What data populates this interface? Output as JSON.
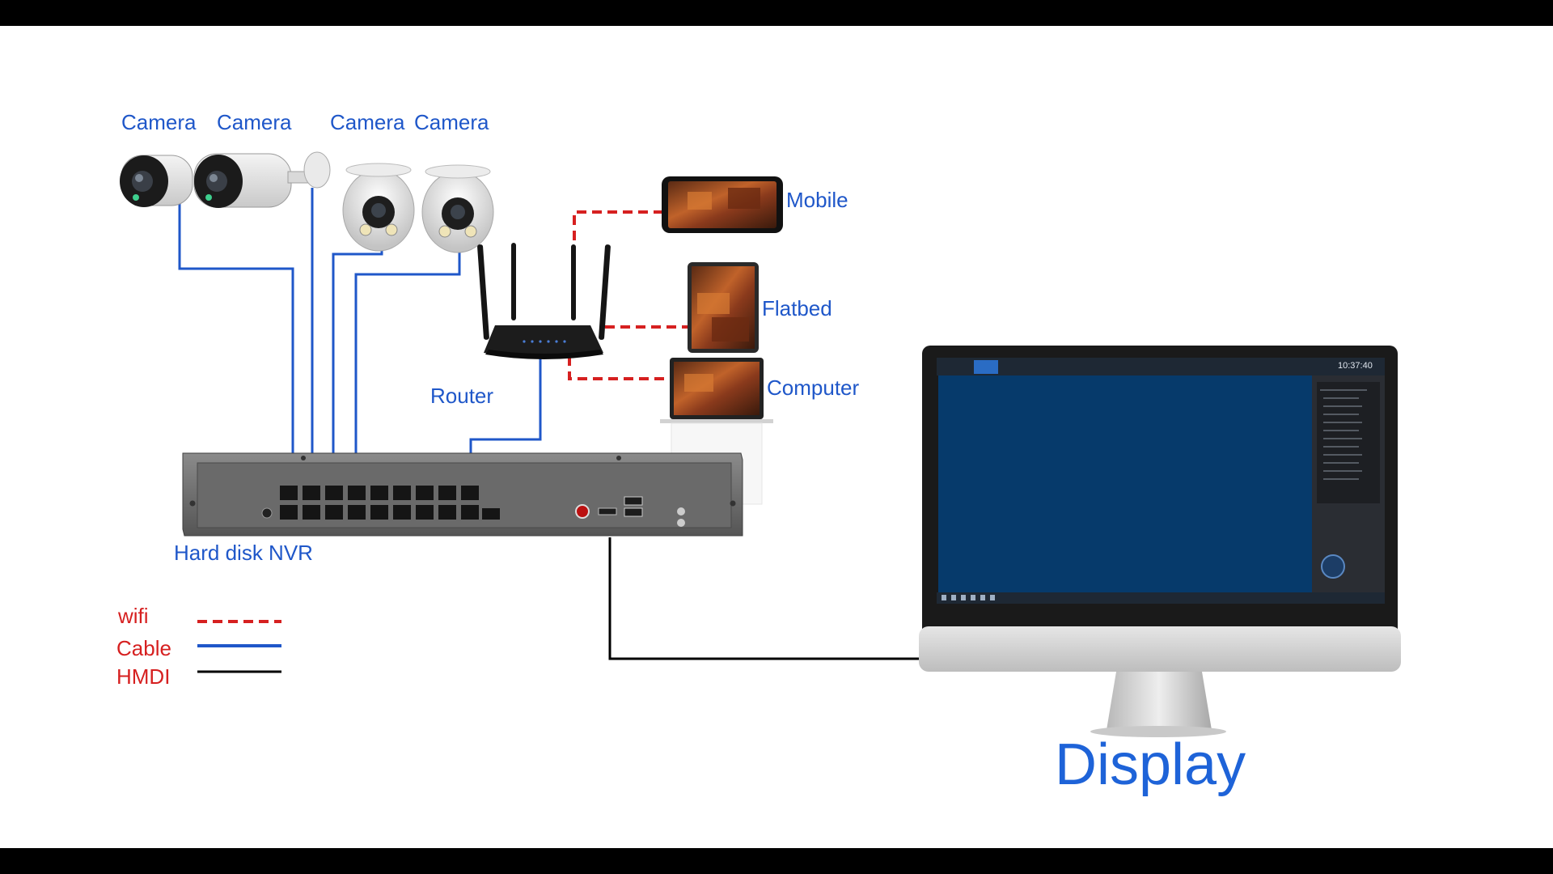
{
  "labels": {
    "camera_1": "Camera",
    "camera_2": "Camera",
    "camera_3": "Camera",
    "camera_4": "Camera",
    "mobile": "Mobile",
    "flatbed": "Flatbed",
    "computer": "Computer",
    "router": "Router",
    "nvr": "Hard disk NVR",
    "display": "Display"
  },
  "legend": [
    {
      "label": "wifi",
      "style": "dashed",
      "color": "#d62020"
    },
    {
      "label": "Cable",
      "style": "solid",
      "color": "#1f57c9"
    },
    {
      "label": "HMDI",
      "style": "solid",
      "color": "#000000"
    }
  ],
  "monitor_screen": {
    "clock": "10:37:40"
  },
  "colors": {
    "cable": "#1f57c9",
    "wifi": "#d62020",
    "hdmi": "#000000",
    "label_text": "#1f57c9",
    "legend_text": "#d62020",
    "screen_blue": "#063a6b"
  },
  "icons": [
    "bullet-camera-icon",
    "dome-camera-icon",
    "router-icon",
    "nvr-device-icon",
    "mobile-phone-icon",
    "tablet-icon",
    "laptop-icon",
    "monitor-icon"
  ]
}
